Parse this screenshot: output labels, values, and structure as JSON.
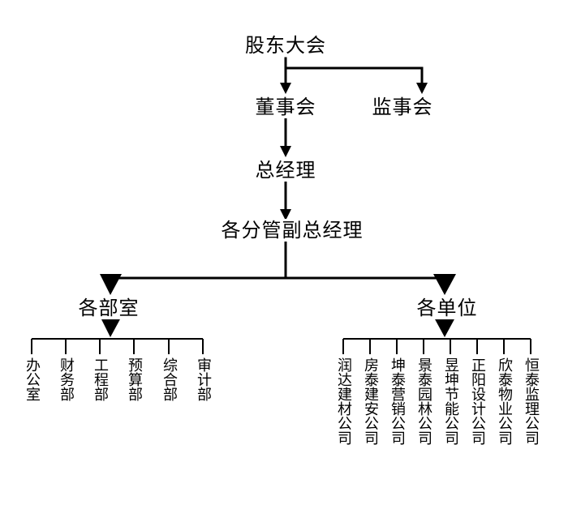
{
  "diagram": {
    "shareholders": "股东大会",
    "board": "董事会",
    "supervisors": "监事会",
    "gm": "总经理",
    "deputy_gms": "各分管副总经理",
    "departments_group": "各部室",
    "units_group": "各单位",
    "departments": [
      "办公室",
      "财务部",
      "工程部",
      "预算部",
      "综合部",
      "审计部"
    ],
    "units": [
      "润达建材公司",
      "房泰建安公司",
      "坤泰营销公司",
      "景泰园林公司",
      "昱坤节能公司",
      "正阳设计公司",
      "欣泰物业公司",
      "恒泰监理公司"
    ]
  }
}
